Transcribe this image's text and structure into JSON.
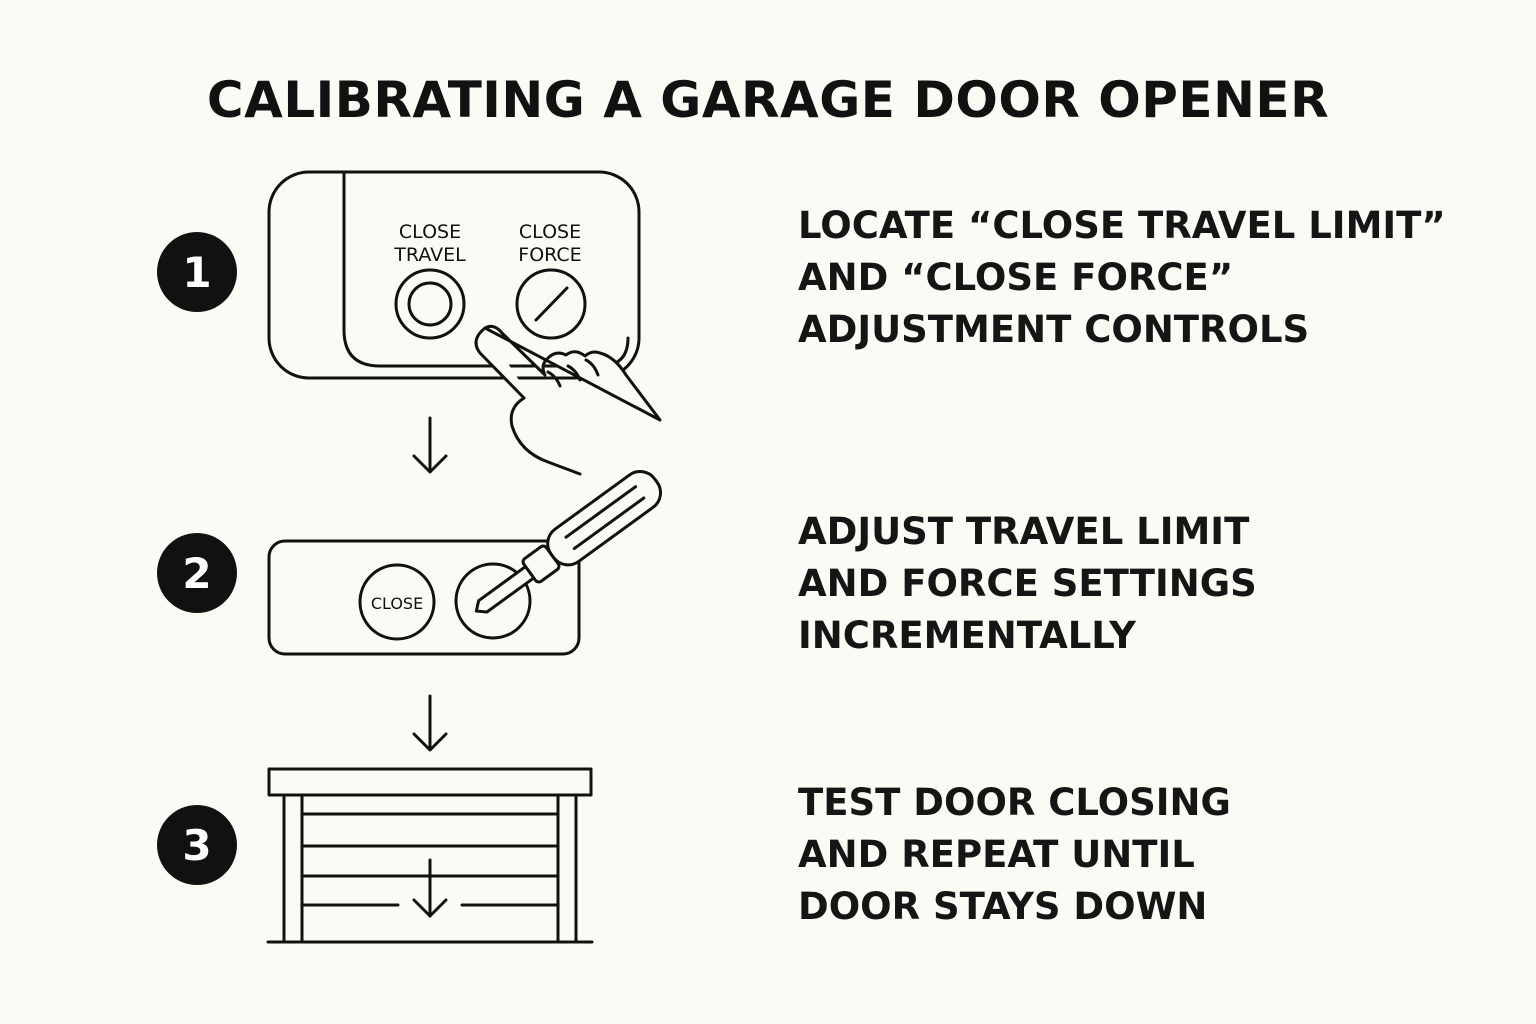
{
  "title": "CALIBRATING A GARAGE DOOR OPENER",
  "steps": [
    {
      "number": "1",
      "lines": [
        "LOCATE “CLOSE TRAVEL LIMIT”",
        "AND “CLOSE FORCE”",
        "ADJUSTMENT CONTROLS"
      ],
      "panel_labels": {
        "travel_line1": "CLOSE",
        "travel_line2": "TRAVEL",
        "force_line1": "CLOSE",
        "force_line2": "FORCE"
      },
      "icons": [
        "control-panel-icon",
        "pointing-hand-icon"
      ]
    },
    {
      "number": "2",
      "lines": [
        "ADJUST TRAVEL LIMIT",
        "AND FORCE SETTINGS",
        "INCREMENTALLY"
      ],
      "panel_labels": {
        "close_dial": "CLOSE"
      },
      "icons": [
        "control-panel-icon",
        "screwdriver-icon"
      ]
    },
    {
      "number": "3",
      "lines": [
        "TEST DOOR CLOSING",
        "AND REPEAT UNTIL",
        "DOOR STAYS DOWN"
      ],
      "icons": [
        "garage-door-icon",
        "down-arrow-icon"
      ]
    }
  ],
  "colors": {
    "background": "#fbfaf5",
    "ink": "#111111",
    "badge": "#111111",
    "badge_text": "#ffffff"
  }
}
